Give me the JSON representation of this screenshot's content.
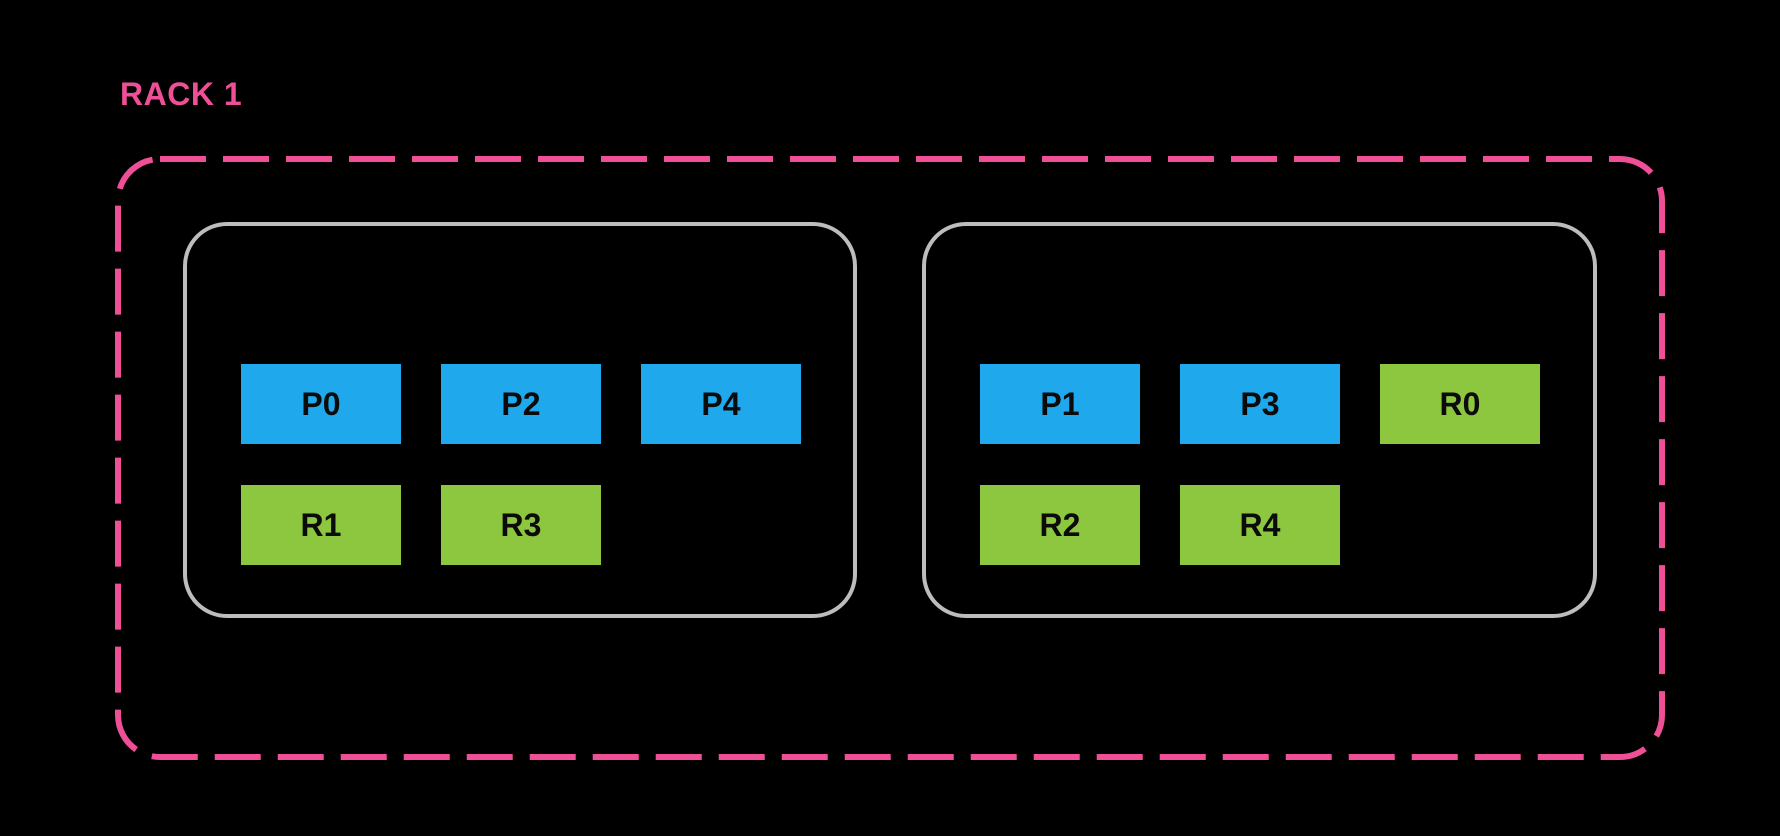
{
  "colors": {
    "background": "#000000",
    "accent-pink": "#EF4F97",
    "board-border": "#BDBDBD",
    "primary-blue": "#1FA8EC",
    "replica-green": "#8DC63F",
    "block-text": "#0B0B0B"
  },
  "rack": {
    "label": "RACK 1"
  },
  "boards": [
    {
      "name": "host-board-left",
      "rows": [
        [
          {
            "label": "P0",
            "role": "primary"
          },
          {
            "label": "P2",
            "role": "primary"
          },
          {
            "label": "P4",
            "role": "primary"
          }
        ],
        [
          {
            "label": "R1",
            "role": "replica"
          },
          {
            "label": "R3",
            "role": "replica"
          }
        ]
      ]
    },
    {
      "name": "host-board-right",
      "rows": [
        [
          {
            "label": "P1",
            "role": "primary"
          },
          {
            "label": "P3",
            "role": "primary"
          },
          {
            "label": "R0",
            "role": "replica"
          }
        ],
        [
          {
            "label": "R2",
            "role": "replica"
          },
          {
            "label": "R4",
            "role": "replica"
          }
        ]
      ]
    }
  ]
}
